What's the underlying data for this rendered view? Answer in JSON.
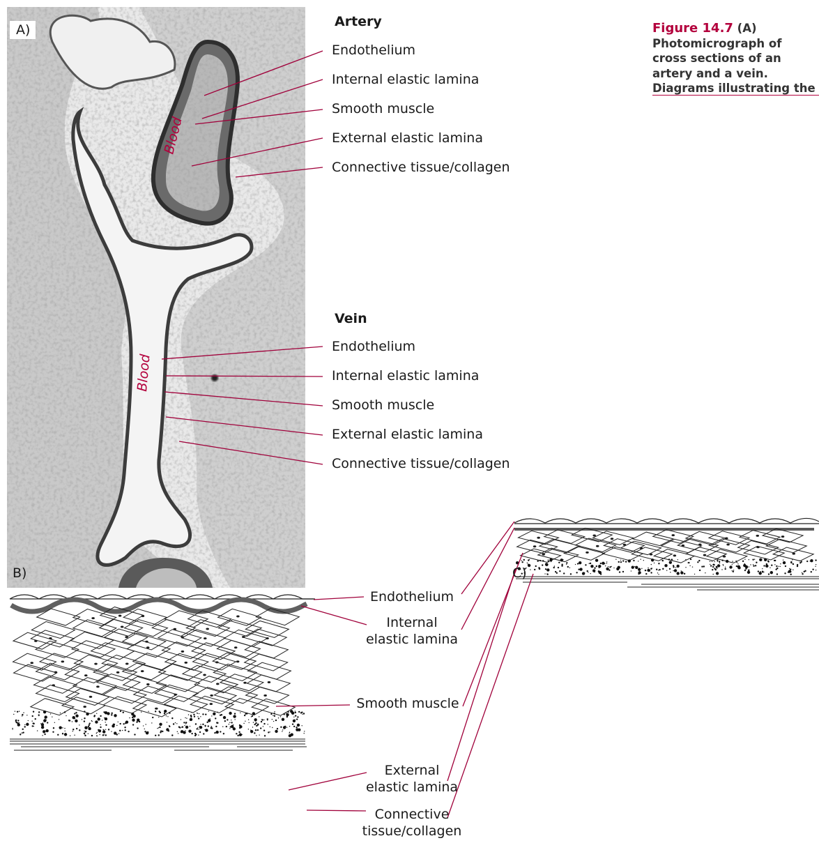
{
  "figure": {
    "caption_label": "Figure 14.7",
    "caption_text": " (A) Photomicrograph of cross sections of an artery and a vein. Diagrams illustrating the layers in the wall of (B) an artery and (C) a vein."
  },
  "panel_a": {
    "tag": "A)",
    "artery_heading": "Artery",
    "vein_heading": "Vein",
    "blood_label": "Blood",
    "artery_labels": [
      "Endothelium",
      "Internal elastic lamina",
      "Smooth muscle",
      "External elastic lamina",
      "Connective tissue/collagen"
    ],
    "vein_labels": [
      "Endothelium",
      "Internal elastic lamina",
      "Smooth muscle",
      "External elastic lamina",
      "Connective tissue/collagen"
    ]
  },
  "panel_b": {
    "tag": "B)",
    "labels": {
      "endothelium": "Endothelium",
      "internal_1": "Internal",
      "internal_2": "elastic lamina",
      "smooth": "Smooth muscle",
      "external_1": "External",
      "external_2": "elastic lamina",
      "connective_1": "Connective",
      "connective_2": "tissue/collagen"
    }
  },
  "panel_c": {
    "tag": "C)"
  },
  "colors": {
    "accent": "#b3003c",
    "leader": "#a0003a"
  }
}
